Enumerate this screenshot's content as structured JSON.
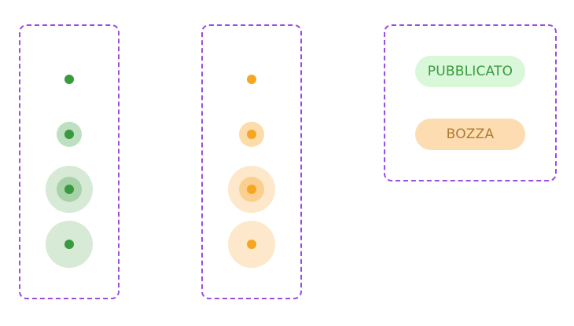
{
  "colors": {
    "frame_border": "#9b4de0",
    "green_core": "#3a9a3f",
    "green_ring_light": "#d6ead5",
    "green_ring_mid": "#a8d2aa",
    "green_ring_hover": "#bfe0c0",
    "orange_core": "#f5a623",
    "orange_ring_light": "#fde8cc",
    "orange_ring_mid": "#fbcf8f",
    "orange_ring_hover": "#fcdcaa",
    "badge_published_bg": "#d9f7d9",
    "badge_published_text": "#3a9a3f",
    "badge_draft_bg": "#fcdcb0",
    "badge_draft_text": "#b07a35"
  },
  "status_dots": {
    "green": {
      "states": [
        "default",
        "hover",
        "focus",
        "pressed"
      ]
    },
    "orange": {
      "states": [
        "default",
        "hover",
        "focus",
        "pressed"
      ]
    }
  },
  "badges": {
    "published": {
      "label": "PUBBLICATO",
      "icon": "status-badge"
    },
    "draft": {
      "label": "BOZZA",
      "icon": "status-badge"
    }
  }
}
